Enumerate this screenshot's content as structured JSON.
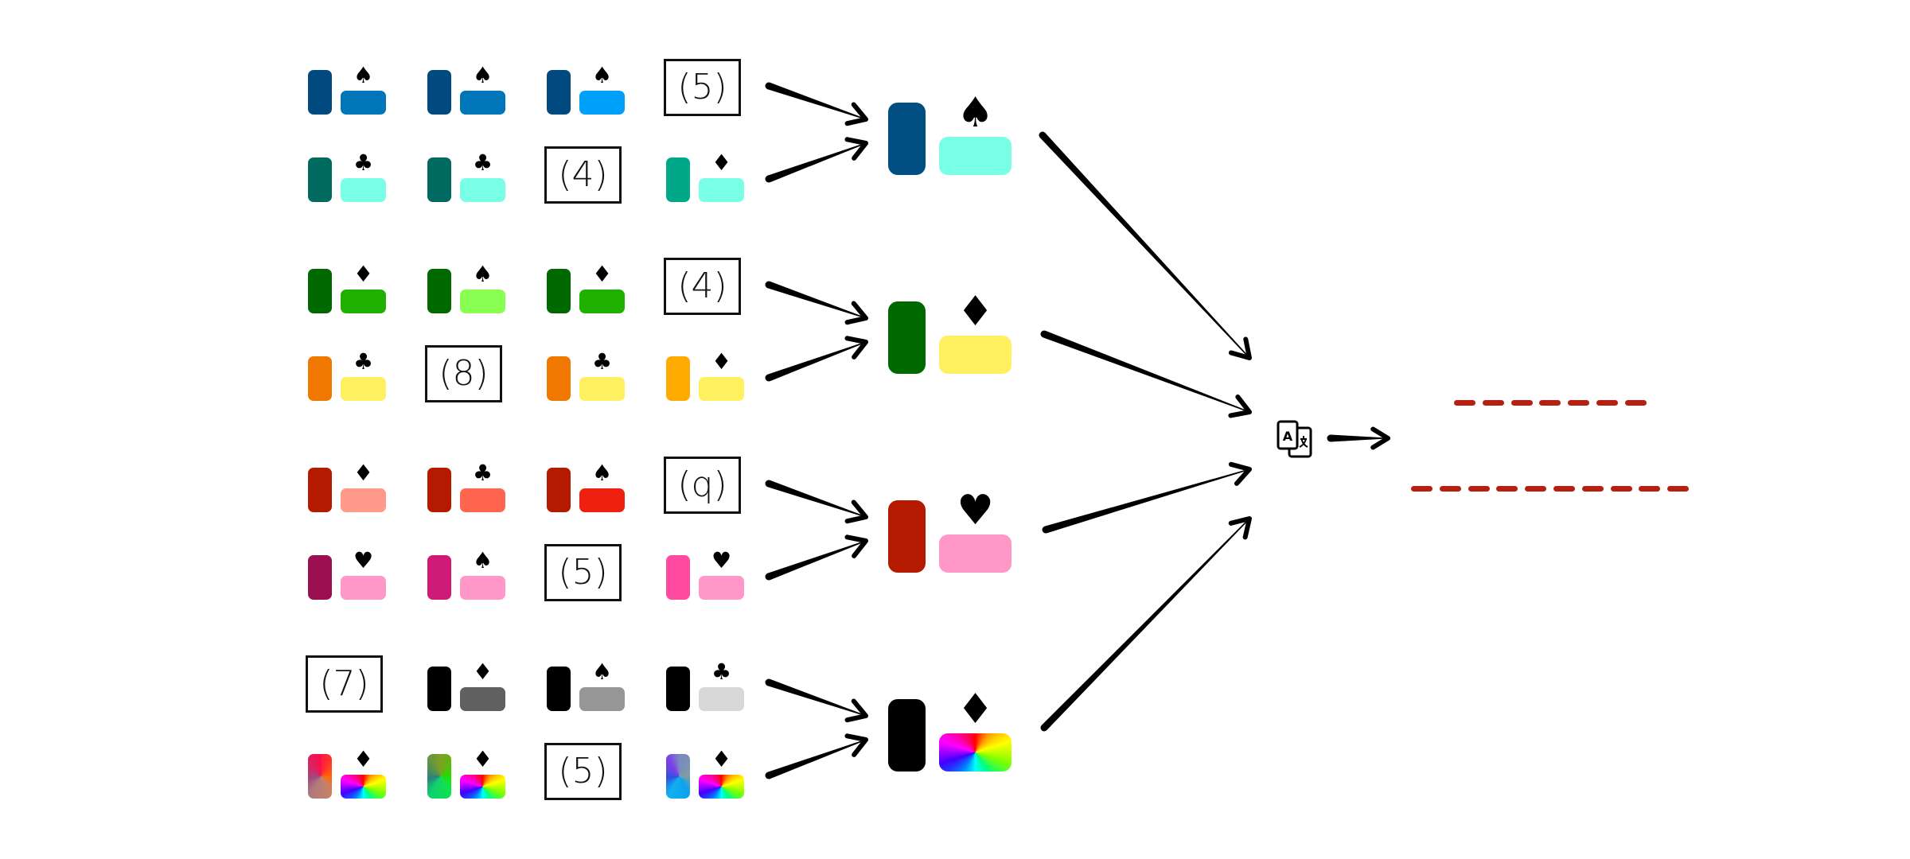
{
  "diagram": {
    "description": "Groups of colored card pairs aggregated into summary cards, then combined through a translation step into dashed output lines",
    "groups": [
      {
        "items": [
          [
            {
              "type": "card",
              "tall": "#004a80",
              "wide": "#0075b8",
              "suit": "♠"
            },
            {
              "type": "card",
              "tall": "#004a80",
              "wide": "#0075b8",
              "suit": "♠"
            },
            {
              "type": "card",
              "tall": "#004a80",
              "wide": "#00a0f8",
              "suit": "♠"
            },
            {
              "type": "count",
              "label": "(5)"
            }
          ],
          [
            {
              "type": "card",
              "tall": "#006a60",
              "wide": "#78ffe6",
              "suit": "♣"
            },
            {
              "type": "card",
              "tall": "#006a60",
              "wide": "#78ffe6",
              "suit": "♣"
            },
            {
              "type": "count",
              "label": "(4)"
            },
            {
              "type": "card",
              "tall": "#00a88a",
              "wide": "#78ffe6",
              "suit": "♦"
            }
          ]
        ],
        "summary": {
          "tall": "#004e82",
          "wide": "#78ffe6",
          "suit": "♠"
        }
      },
      {
        "items": [
          [
            {
              "type": "card",
              "tall": "#006a00",
              "wide": "#20b000",
              "suit": "♦"
            },
            {
              "type": "card",
              "tall": "#006a00",
              "wide": "#88ff50",
              "suit": "♠"
            },
            {
              "type": "card",
              "tall": "#006a00",
              "wide": "#20b000",
              "suit": "♦"
            },
            {
              "type": "count",
              "label": "(4)"
            }
          ],
          [
            {
              "type": "card",
              "tall": "#f07800",
              "wide": "#fff060",
              "suit": "♣"
            },
            {
              "type": "count",
              "label": "(8)"
            },
            {
              "type": "card",
              "tall": "#f07800",
              "wide": "#fff060",
              "suit": "♣"
            },
            {
              "type": "card",
              "tall": "#ffaa00",
              "wide": "#fff060",
              "suit": "♦"
            }
          ]
        ],
        "summary": {
          "tall": "#006a00",
          "wide": "#fff060",
          "suit": "♦"
        }
      },
      {
        "items": [
          [
            {
              "type": "card",
              "tall": "#b41a00",
              "wide": "#ff9a8a",
              "suit": "♦"
            },
            {
              "type": "card",
              "tall": "#b41a00",
              "wide": "#ff6650",
              "suit": "♣"
            },
            {
              "type": "card",
              "tall": "#b41a00",
              "wide": "#ee2010",
              "suit": "♠"
            },
            {
              "type": "count",
              "label": "(q)"
            }
          ],
          [
            {
              "type": "card",
              "tall": "#9a1050",
              "wide": "#ff98c8",
              "suit": "♥"
            },
            {
              "type": "card",
              "tall": "#d01a78",
              "wide": "#ff98c8",
              "suit": "♠"
            },
            {
              "type": "count",
              "label": "(5)"
            },
            {
              "type": "card",
              "tall": "#ff48a0",
              "wide": "#ff98c8",
              "suit": "♥"
            }
          ]
        ],
        "summary": {
          "tall": "#b41a00",
          "wide": "#ff98c8",
          "suit": "♥"
        }
      },
      {
        "items": [
          [
            {
              "type": "count",
              "label": "(7)"
            },
            {
              "type": "card",
              "tall": "#000000",
              "wide": "#606060",
              "suit": "♦"
            },
            {
              "type": "card",
              "tall": "#000000",
              "wide": "#969696",
              "suit": "♠"
            },
            {
              "type": "card",
              "tall": "#000000",
              "wide": "#d8d8d8",
              "suit": "♣"
            }
          ],
          [
            {
              "type": "card",
              "tall": "rainbow-red",
              "wide": "rainbow",
              "suit": "♦"
            },
            {
              "type": "card",
              "tall": "rainbow-green",
              "wide": "rainbow",
              "suit": "♦"
            },
            {
              "type": "count",
              "label": "(5)"
            },
            {
              "type": "card",
              "tall": "rainbow-blue",
              "wide": "rainbow",
              "suit": "♦"
            }
          ]
        ],
        "summary": {
          "tall": "#000000",
          "wide": "rainbow",
          "suit": "♦"
        }
      }
    ],
    "combiner": {
      "icon": "translate-icon"
    },
    "outputs": [
      {
        "dashes": 7,
        "color": "#b52010"
      },
      {
        "dashes": 10,
        "color": "#b52010"
      }
    ]
  }
}
